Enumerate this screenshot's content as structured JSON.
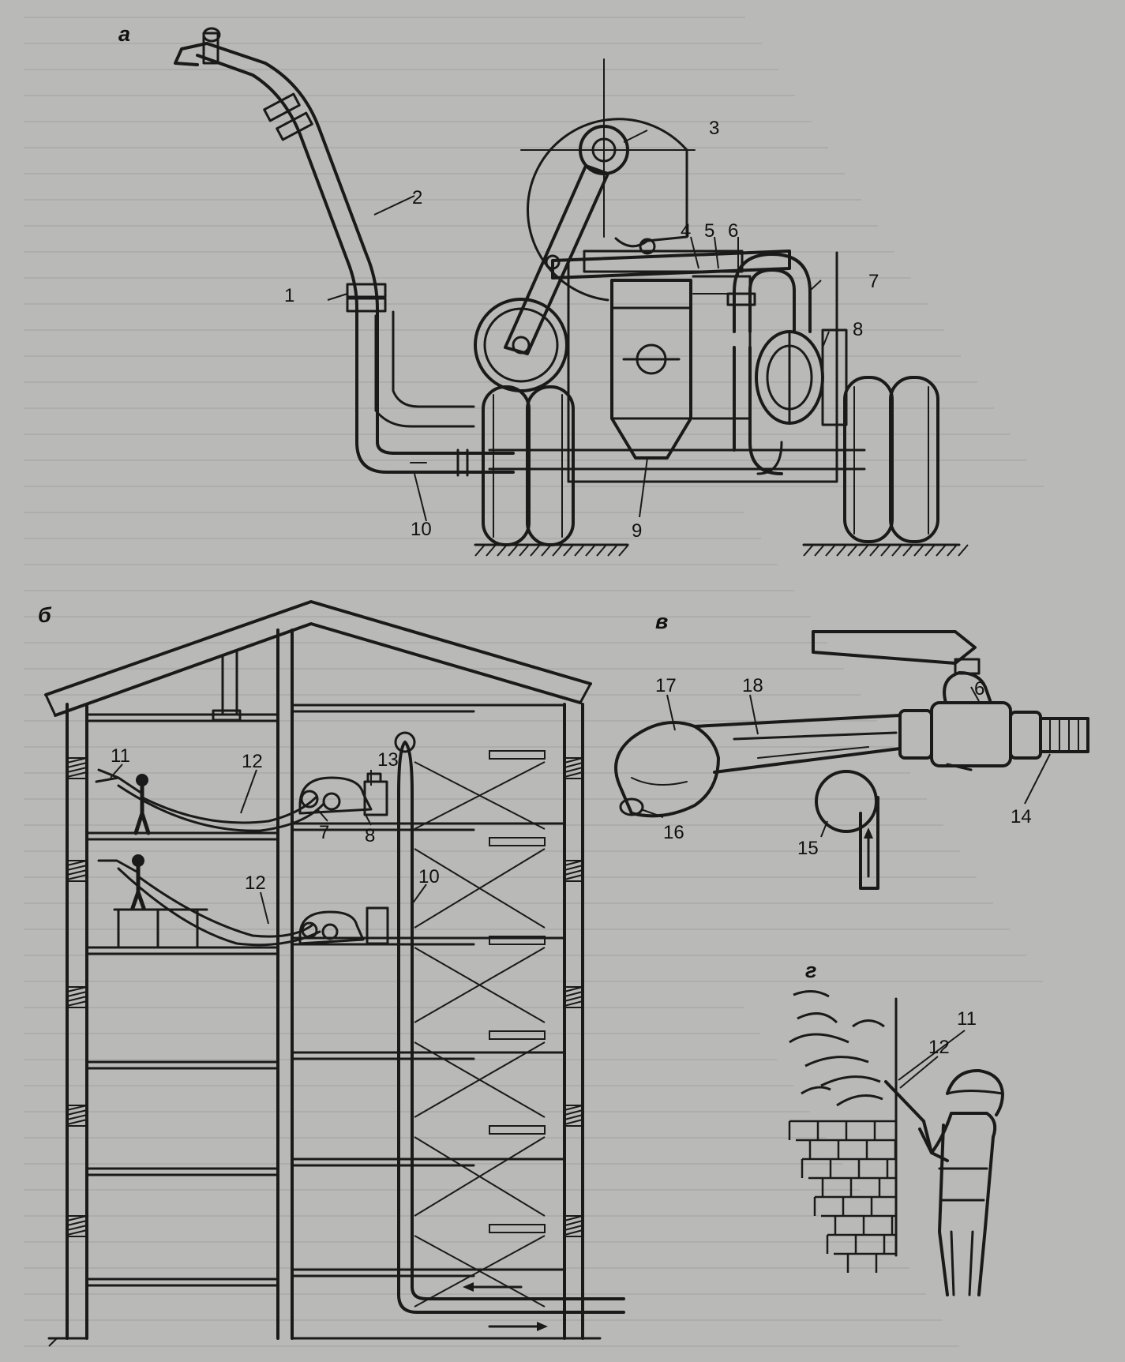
{
  "panels": {
    "a": "а",
    "b": "б",
    "v": "в",
    "g": "г"
  },
  "labels_a": [
    "1",
    "2",
    "3",
    "4",
    "5",
    "6",
    "7",
    "8",
    "9",
    "10"
  ],
  "labels_b": [
    "11",
    "12",
    "13",
    "7",
    "8",
    "12",
    "10"
  ],
  "labels_v": [
    "17",
    "18",
    "6",
    "14",
    "15",
    "16"
  ],
  "labels_g": [
    "11",
    "12"
  ],
  "colors": {
    "paper": "#b9b9b7",
    "ink": "#1a1a1a",
    "bleed_text": "#8e8e8c"
  }
}
